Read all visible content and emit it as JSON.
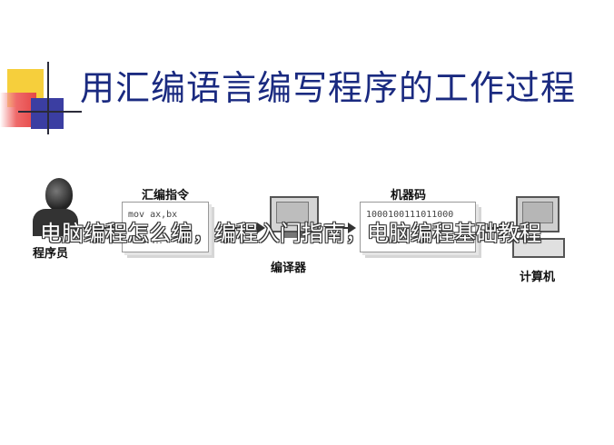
{
  "title": "用汇编语言编写程序的工作过程",
  "diagram": {
    "programmer_label": "程序员",
    "assembly_label": "汇编指令",
    "assembly_code": "mov ax,bx",
    "assembly_dots": "……",
    "compiler_label": "编译器",
    "machine_code_label": "机器码",
    "machine_code": "1000100111011000",
    "machine_dots": "……",
    "computer_label": "计算机"
  },
  "overlay_caption": "电脑编程怎么编，编程入门指南，电脑编程基础教程",
  "colors": {
    "title": "#1a2a80",
    "logo_yellow": "#f6cf3c",
    "logo_red": "#e54747",
    "logo_blue": "#3b3ea2"
  },
  "icons": [
    "programmer-icon",
    "document-icon",
    "compiler-monitor-icon",
    "computer-icon",
    "arrow-icon"
  ]
}
